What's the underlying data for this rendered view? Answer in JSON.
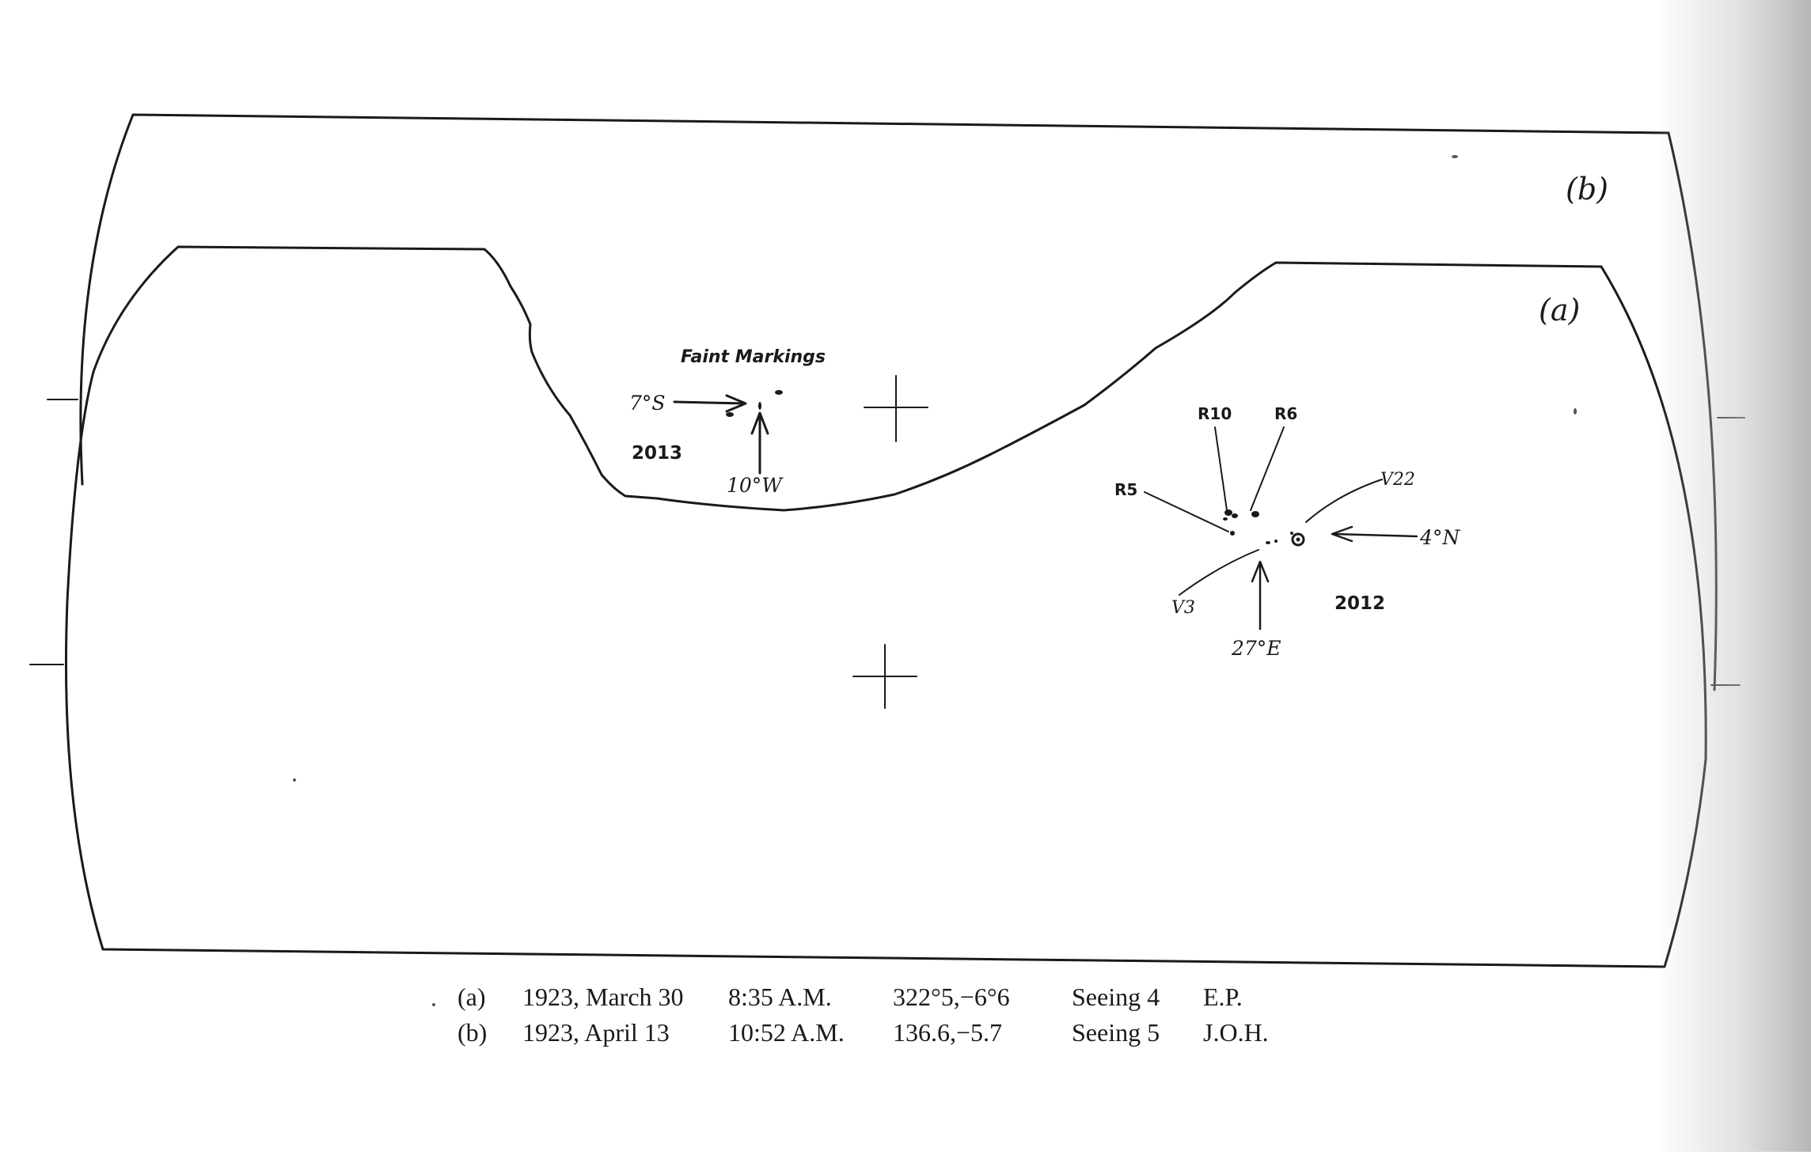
{
  "panels": {
    "a_label": "(a)",
    "b_label": "(b)"
  },
  "annotations": {
    "faint_markings": "Faint Markings",
    "group_2013": {
      "number": "2013",
      "lat": "7°S",
      "lon": "10°W"
    },
    "group_2012": {
      "number": "2012",
      "spots": [
        "R10",
        "R6",
        "R5",
        "V22",
        "V3"
      ],
      "lat": "4°N",
      "lon": "27°E"
    }
  },
  "caption": {
    "rows": [
      {
        "label": "(a)",
        "date": "1923, March 30",
        "time": "8:35 A.M.",
        "coords": "322°5,−6°6",
        "seeing": "Seeing 4",
        "observer": "E.P."
      },
      {
        "label": "(b)",
        "date": "1923, April 13",
        "time": "10:52 A.M.",
        "coords": "136.6,−5.7",
        "seeing": "Seeing 5",
        "observer": "J.O.H."
      }
    ]
  },
  "colors": {
    "ink": "#1a1a1a",
    "paper": "#ffffff"
  }
}
